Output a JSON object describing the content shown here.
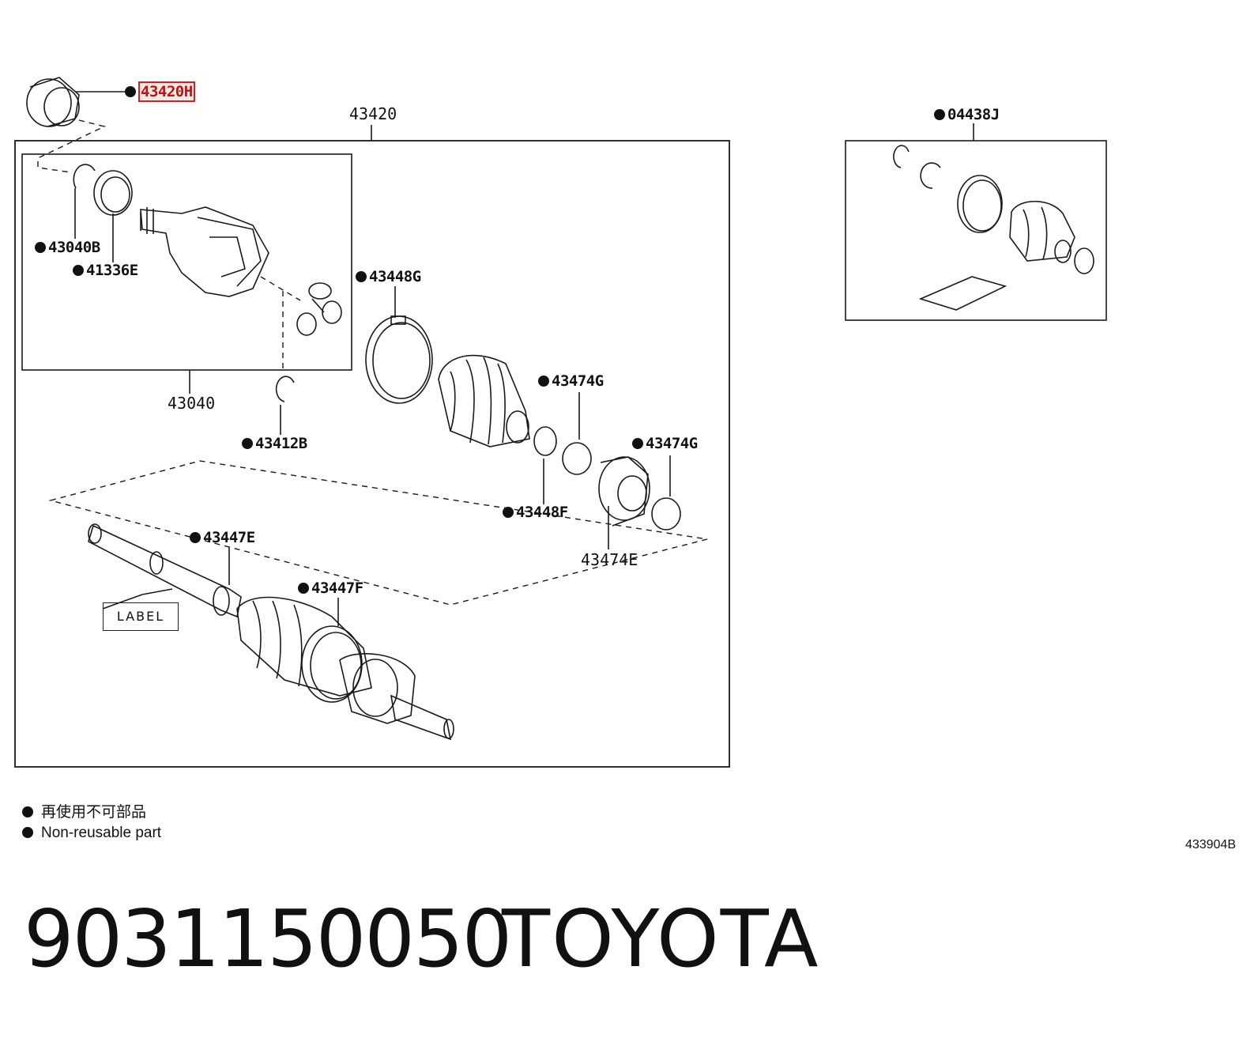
{
  "callouts": {
    "seal_43420H": "43420H",
    "assy_43420": "43420",
    "kit_04438J": "04438J",
    "snap_43040B": "43040B",
    "seal_41336E": "41336E",
    "inboard_43040": "43040",
    "ring_43412B": "43412B",
    "clamp_43448G": "43448G",
    "clamp_43474G_upper": "43474G",
    "clamp_43474G_lower": "43474G",
    "clamp_43448F": "43448F",
    "boot_43474E": "43474E",
    "clamp_43447E": "43447E",
    "clamp_43447F": "43447F",
    "label_tag": "LABEL"
  },
  "legend": {
    "line_jp": "再使用不可部品",
    "line_en": "Non-reusable part"
  },
  "diagram_code": "433904B",
  "footer": {
    "part_number": "9031150050",
    "brand": "TOYOTA"
  },
  "highlight_color": "#d02020"
}
